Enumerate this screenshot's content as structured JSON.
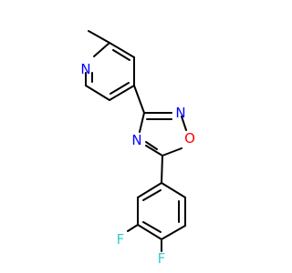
{
  "molecule": {
    "atoms": {
      "pyridine_n": {
        "label": "N",
        "color": "#0000ff"
      },
      "oxadiazole_n1": {
        "label": "N",
        "color": "#0000ff"
      },
      "oxadiazole_n2": {
        "label": "N",
        "color": "#0000ff"
      },
      "oxadiazole_o": {
        "label": "O",
        "color": "#ff0000"
      },
      "fluorine_1": {
        "label": "F",
        "color": "#33cccc"
      },
      "fluorine_2": {
        "label": "F",
        "color": "#33cccc"
      }
    },
    "bond_color": "#000000"
  }
}
